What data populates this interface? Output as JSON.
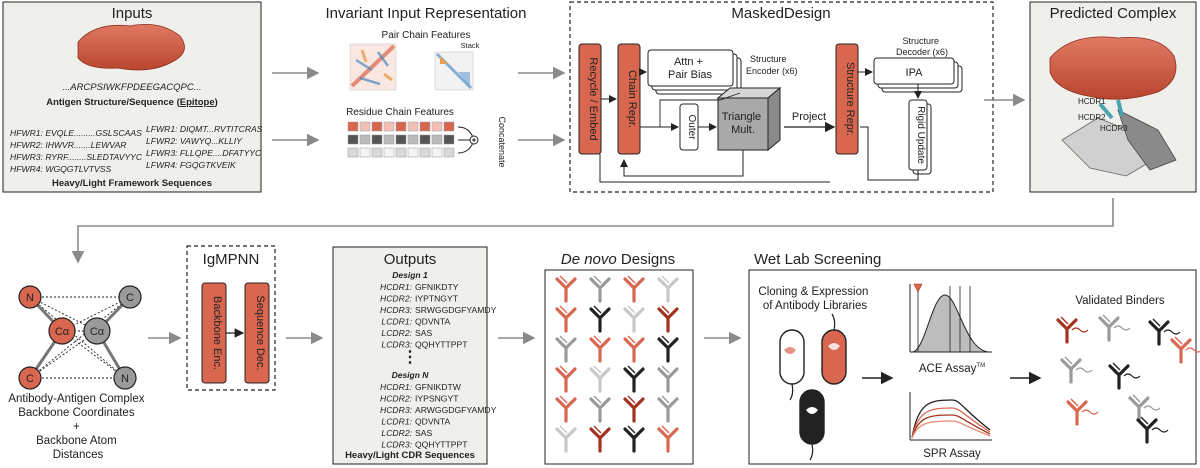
{
  "colors": {
    "accent": "#d9664f",
    "accent_dark": "#a3331f",
    "panel_bg": "#efefeb",
    "grey": "#9a9a9a",
    "dark": "#222222"
  },
  "inputs": {
    "title": "Inputs",
    "antigen_seq": "...ARCPSIWKFPDEEGACQPC...",
    "antigen_caption_pre": "Antigen Structure/Sequence (",
    "antigen_caption_epitope": "Epitope",
    "antigen_caption_post": ")",
    "heavy_fr": [
      "HFWR1: EVQLE.........GSLSCAAS",
      "HFWR2: IHWVR.......LEWVAR",
      "HFWR3: RYRF........SLEDTAVYYC",
      "HFWR4: WGQGTLVTVSS"
    ],
    "light_fr": [
      "LFWR1: DIQMT...RVTITCRAS",
      "LFWR2: VAWYQ...KLLIY",
      "LFWR3: FLLQPE....DFATYYC",
      "LFWR4: FGQGTKVEIK"
    ],
    "fr_caption": "Heavy/Light Framework Sequences"
  },
  "invariant": {
    "title": "Invariant Input Representation",
    "pair_label": "Pair Chain Features",
    "stack_label": "Stack",
    "residue_label": "Residue Chain Features",
    "concat_label": "Concatenate"
  },
  "masked": {
    "title": "MaskedDesign",
    "recycle": "Recycle / Embed",
    "chain_repr": "Chain Repr.",
    "attn": "Attn + Pair Bias",
    "struct_enc": "Structure Encoder (x6)",
    "outer": "Outer",
    "triangle": "Triangle Mult.",
    "project": "Project",
    "struct_repr": "Structure Repr.",
    "struct_dec": "Structure Decoder (x6)",
    "ipa": "IPA",
    "rigid": "Rigid Update"
  },
  "predicted": {
    "title": "Predicted Complex",
    "labels": [
      "HCDR1",
      "HCDR2",
      "HCDR3"
    ]
  },
  "backbone": {
    "nodes": [
      "N",
      "Cα",
      "C",
      "C",
      "Cα",
      "N"
    ],
    "caption": [
      "Antibody-Antigen Complex",
      "Backbone Coordinates",
      "+",
      "Backbone Atom",
      "Distances"
    ]
  },
  "igmpnn": {
    "title": "IgMPNN",
    "backbone_enc": "Backbone Enc.",
    "seq_dec": "Sequence Dec."
  },
  "outputs": {
    "title": "Outputs",
    "design1_title": "Design 1",
    "design1": [
      [
        "HCDR1:",
        "GFNIKDTY"
      ],
      [
        "HCDR2:",
        "IYPTNGYT"
      ],
      [
        "HCDR3:",
        "SRWGGDGFYAMDY"
      ],
      [
        "LCDR1:",
        "QDVNTA"
      ],
      [
        "LCDR2:",
        "SAS"
      ],
      [
        "LCDR3:",
        "QQHYTTPPT"
      ]
    ],
    "ellipsis": "⋮",
    "designN_title": "Design N",
    "designN": [
      [
        "HCDR1:",
        "GFNIKDTW"
      ],
      [
        "HCDR2:",
        "IYPSNGYT"
      ],
      [
        "HCDR3:",
        "ARWGGDGFYAMDY"
      ],
      [
        "LCDR1:",
        "QDVNTA"
      ],
      [
        "LCDR2:",
        "SAS"
      ],
      [
        "LCDR3:",
        "QQHYTTPPT"
      ]
    ],
    "caption": "Heavy/Light CDR Sequences"
  },
  "denovo": {
    "title_italic": "De novo",
    "title_rest": " Designs"
  },
  "wetlab": {
    "title": "Wet Lab Screening",
    "cloning": [
      "Cloning & Expression",
      "of Antibody Libraries"
    ],
    "ace": "ACE Assay",
    "ace_tm": "TM",
    "spr": "SPR Assay",
    "validated": "Validated Binders"
  }
}
